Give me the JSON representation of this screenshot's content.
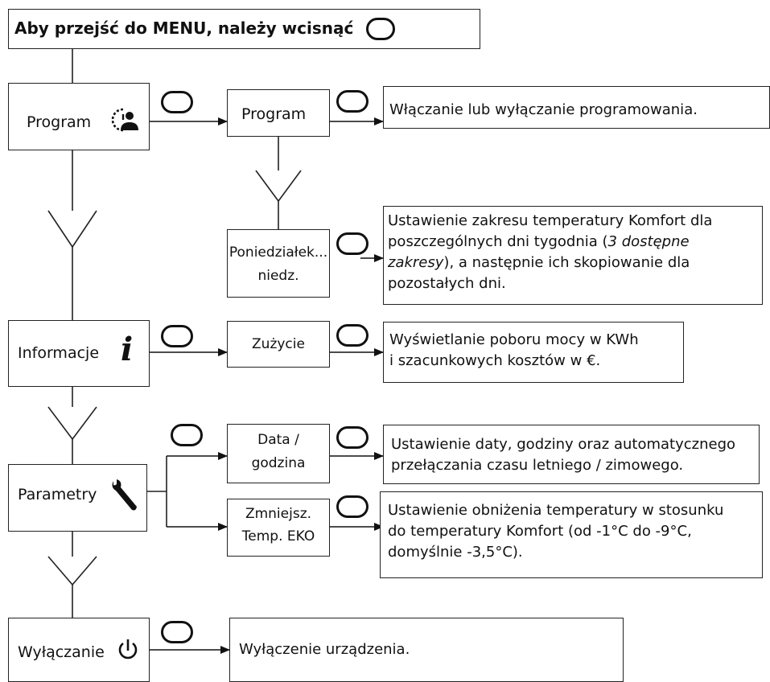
{
  "header": {
    "title": "Aby przejść do MENU, należy wcisnąć"
  },
  "program": {
    "label": "Program",
    "sub_label": "Program",
    "sub_desc": "Włączanie lub wyłączanie programowania.",
    "days_label_1": "Poniedziałek...",
    "days_label_2": "niedz.",
    "days_desc_1": "Ustawienie zakresu temperatury Komfort dla",
    "days_desc_2a": "poszczególnych dni tygodnia (",
    "days_desc_2b": "3 dostępne",
    "days_desc_3a": "zakresy",
    "days_desc_3b": "), a następnie ich skopiowanie dla",
    "days_desc_4": "pozostałych dni."
  },
  "informacje": {
    "label": "Informacje",
    "sub_label": "Zużycie",
    "desc_1": "Wyświetlanie poboru mocy w KWh",
    "desc_2": "i szacunkowych kosztów w €."
  },
  "parametry": {
    "label": "Parametry",
    "date_label_1": "Data /",
    "date_label_2": "godzina",
    "date_desc_1": "Ustawienie daty, godziny oraz automatycznego",
    "date_desc_2": "przełączania czasu letniego / zimowego.",
    "eko_label_1": "Zmniejsz.",
    "eko_label_2": "Temp. EKO",
    "eko_desc_1": "Ustawienie obniżenia temperatury w stosunku",
    "eko_desc_2": "do temperatury Komfort (od -1°C do -9°C,",
    "eko_desc_3": "domyślnie -3,5°C)."
  },
  "wylaczanie": {
    "label": "Wyłączanie",
    "desc": "Wyłączenie urządzenia."
  },
  "icons": {
    "button": "oval-button-icon",
    "program": "clock-person-icon",
    "info": "info-icon",
    "params": "wrench-icon",
    "power": "power-icon"
  }
}
